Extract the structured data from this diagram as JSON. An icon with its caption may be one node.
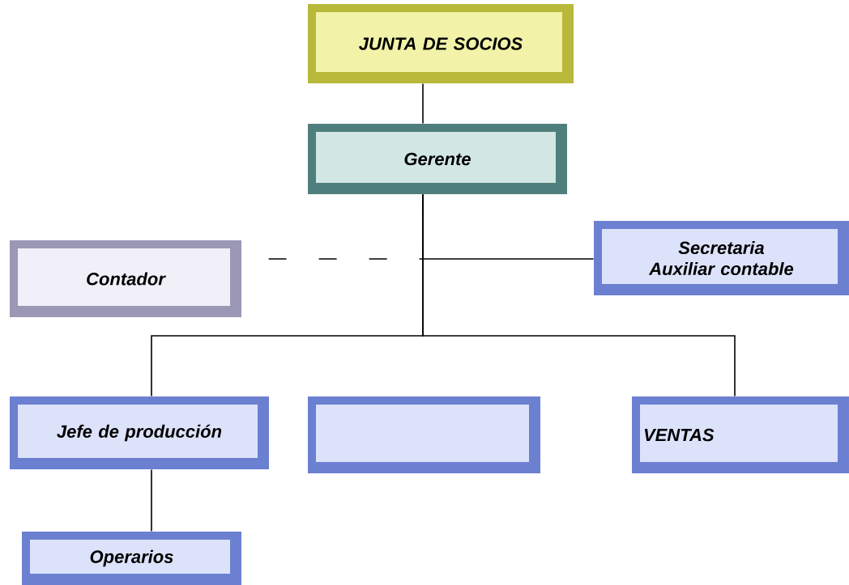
{
  "diagram": {
    "nodes": [
      {
        "text": [
          "JUNTA DE SOCIOS"
        ]
      },
      {
        "text": [
          "Gerente"
        ]
      },
      {
        "text": [
          "Contador"
        ]
      },
      {
        "text": [
          "Secretaria Auxiliar contable"
        ]
      },
      {
        "text": [
          "Jefe de producción"
        ]
      },
      {
        "text": [],
        "shape": "box"
      },
      {
        "text": [
          "VENTAS"
        ]
      },
      {
        "text": [
          "Operarios"
        ]
      }
    ],
    "edges": [
      {
        "from": 0,
        "to": 1,
        "arrow": "none"
      },
      {
        "from": 1,
        "to": 2,
        "arrow": "none",
        "style": "dashed"
      },
      {
        "from": 1,
        "to": 3,
        "arrow": "none"
      },
      {
        "from": 1,
        "to": 4,
        "arrow": "none"
      },
      {
        "from": 1,
        "to": 6,
        "arrow": "none"
      },
      {
        "from": 4,
        "to": 7,
        "arrow": "none"
      }
    ]
  }
}
